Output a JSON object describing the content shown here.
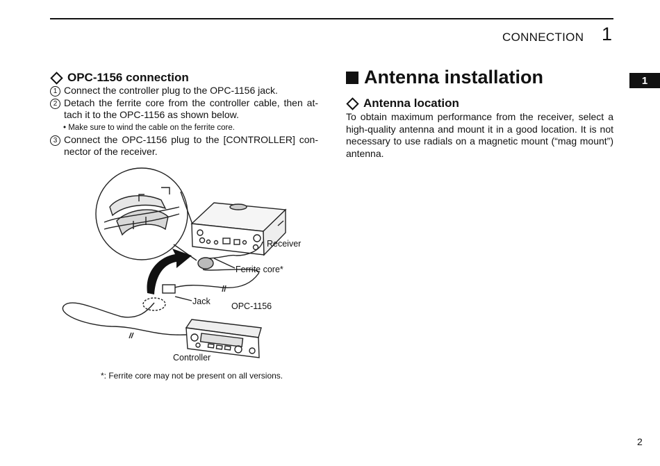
{
  "header": {
    "section_title": "CONNECTION",
    "chapter_number": "1"
  },
  "side_tab": {
    "label": "1"
  },
  "opc_section": {
    "heading": "OPC-1156 connection",
    "steps": [
      {
        "marker": "1",
        "text": "Connect the controller plug to the OPC-1156 jack."
      },
      {
        "marker": "2",
        "text": "Detach the ferrite core from the controller cable, then at-tach it to the OPC-1156 as shown below."
      },
      {
        "marker": "3",
        "text": "Connect the OPC-1156 plug to the [CONTROLLER] con-nector of the receiver."
      }
    ],
    "note": "• Make sure to wind the cable on the ferrite core."
  },
  "diagram": {
    "labels": {
      "receiver": "Receiver",
      "ferrite_core": "Ferrite core*",
      "jack": "Jack",
      "opc": "OPC-1156",
      "controller": "Controller"
    },
    "footnote": "*: Ferrite core may not be present on all versions."
  },
  "antenna": {
    "title": "Antenna installation",
    "location_heading": "Antenna location",
    "location_text": "To obtain maximum performance from the receiver, select a high-quality antenna and mount it in a good location. It is not necessary to use radials on a magnetic mount (“mag mount”) antenna."
  },
  "page_number": "2"
}
